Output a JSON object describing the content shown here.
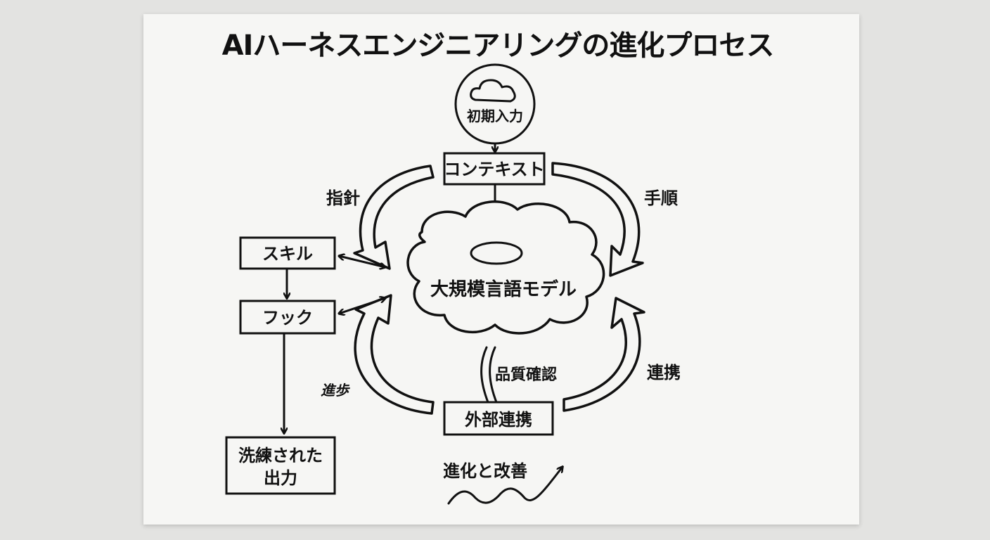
{
  "diagram": {
    "title": "AIハーネスエンジニアリングの進化プロセス",
    "nodes": {
      "initial_input": "初期入力",
      "context": "コンテキスト",
      "llm": "大規模言語モデル",
      "skill": "スキル",
      "hook": "フック",
      "refined_output_line1": "洗練された",
      "refined_output_line2": "出力",
      "external_integration": "外部連携"
    },
    "edge_labels": {
      "guideline": "指針",
      "procedure": "手順",
      "quality_check": "品質確認",
      "integration": "連携",
      "progress_scribble": "進歩"
    },
    "footer": {
      "evolution": "進化と改善"
    }
  }
}
